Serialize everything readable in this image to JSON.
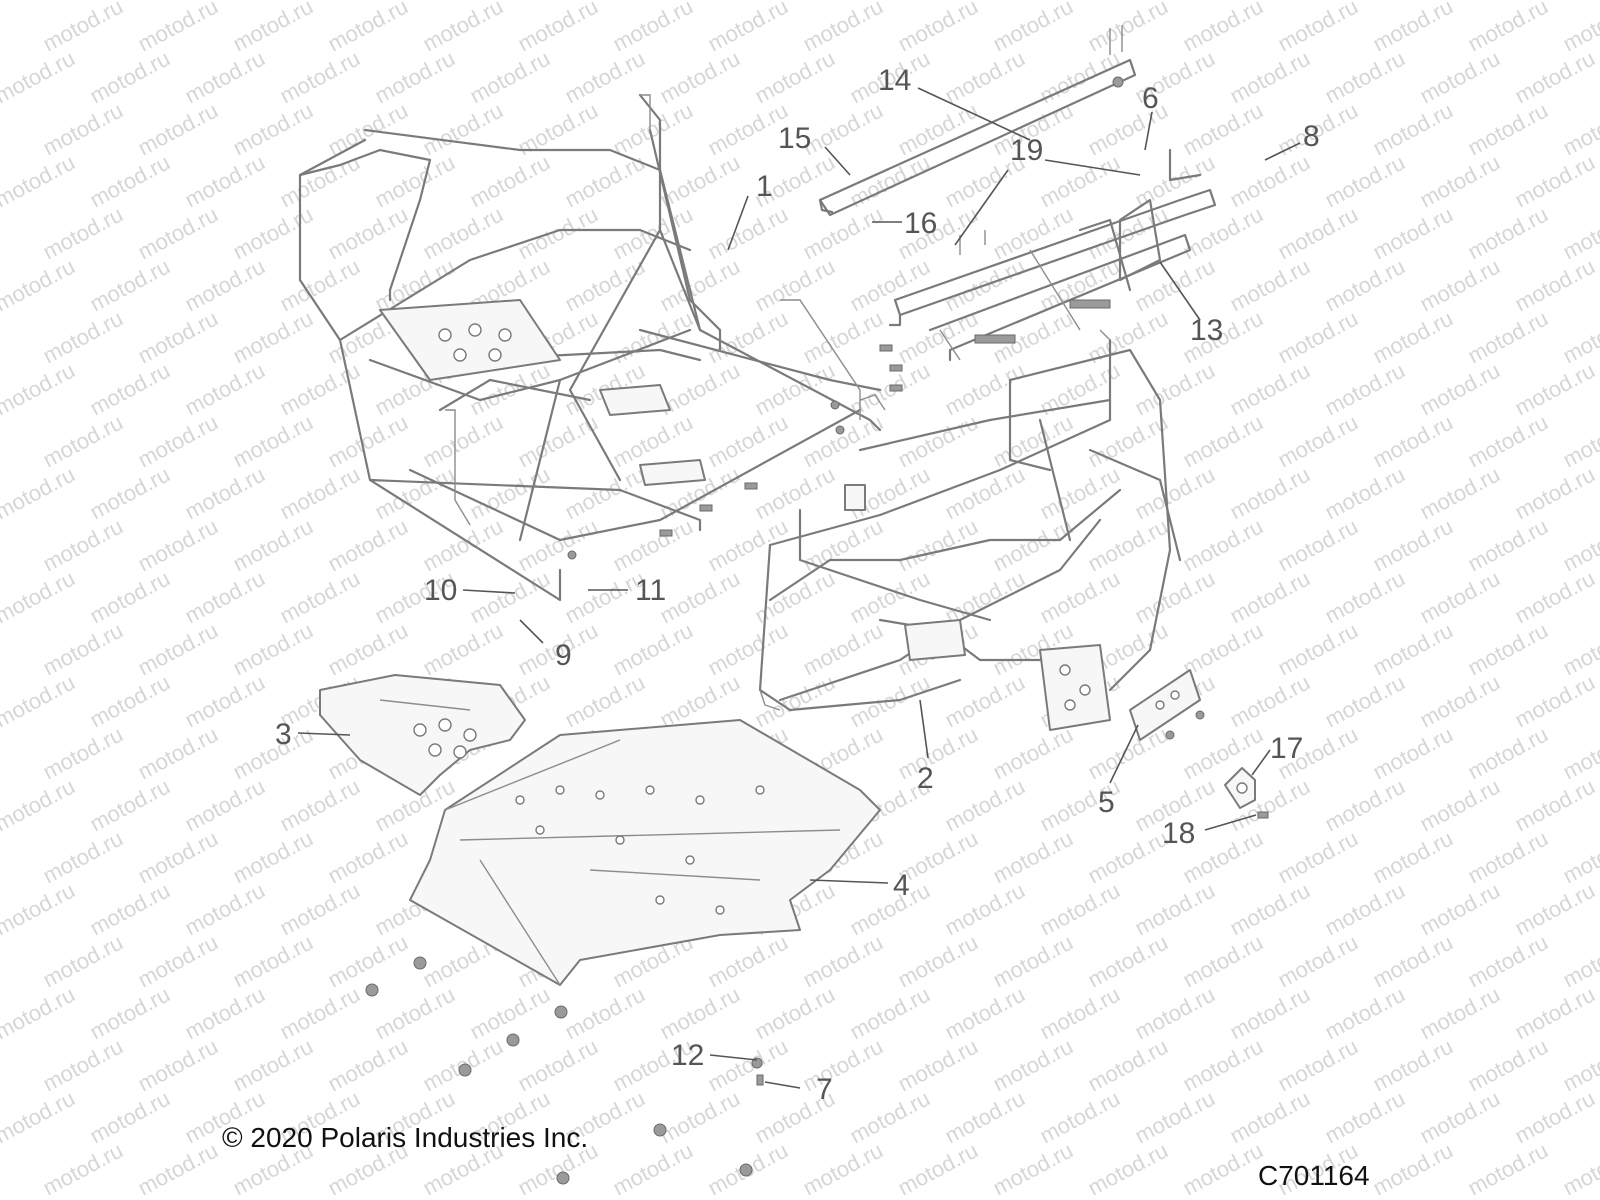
{
  "watermark": "motod.ru",
  "copyright": "© 2020 Polaris Industries Inc.",
  "figure_id": "C701164",
  "callouts": [
    {
      "id": "1",
      "label": "1"
    },
    {
      "id": "2",
      "label": "2"
    },
    {
      "id": "3",
      "label": "3"
    },
    {
      "id": "4",
      "label": "4"
    },
    {
      "id": "5",
      "label": "5"
    },
    {
      "id": "6",
      "label": "6"
    },
    {
      "id": "7",
      "label": "7"
    },
    {
      "id": "8",
      "label": "8"
    },
    {
      "id": "9",
      "label": "9"
    },
    {
      "id": "10",
      "label": "10"
    },
    {
      "id": "11",
      "label": "11"
    },
    {
      "id": "12",
      "label": "12"
    },
    {
      "id": "13",
      "label": "13"
    },
    {
      "id": "14",
      "label": "14"
    },
    {
      "id": "15",
      "label": "15"
    },
    {
      "id": "16",
      "label": "16"
    },
    {
      "id": "17",
      "label": "17"
    },
    {
      "id": "18",
      "label": "18"
    },
    {
      "id": "19",
      "label": "19"
    }
  ],
  "colors": {
    "linework": "#7a7a7a",
    "callout": "#555555",
    "watermark": "#b4b4b4"
  }
}
